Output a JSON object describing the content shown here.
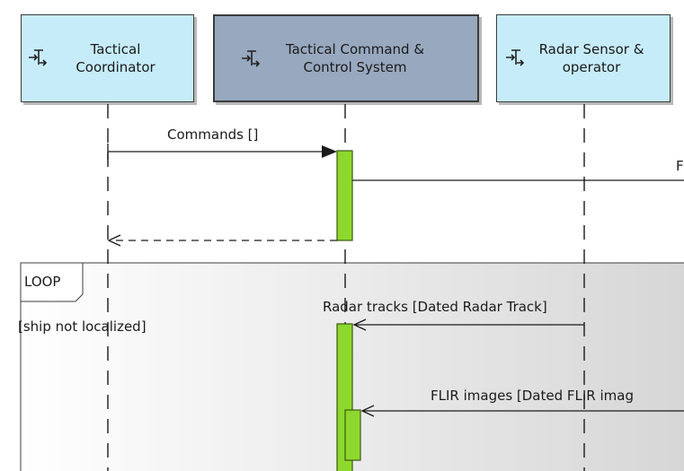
{
  "colors": {
    "head_default": "#c6ecfa",
    "head_selected": "#98a8bf",
    "activation": "#8ed82d",
    "line": "#1a1a1a"
  },
  "lifelines": [
    {
      "lines": [
        "Tactical",
        "Coordinator"
      ],
      "selected": false,
      "icon": "part-icon"
    },
    {
      "lines": [
        "Tactical Command &",
        "Control System"
      ],
      "selected": true,
      "icon": "part-icon"
    },
    {
      "lines": [
        "Radar Sensor &",
        "operator"
      ],
      "selected": false,
      "icon": "part-icon"
    }
  ],
  "messages": {
    "commands": "Commands []",
    "radar_tracks": "Radar tracks [Dated Radar Track]",
    "flir_images": "FLIR images [Dated FLIR imag",
    "outgoing_partial": "F"
  },
  "fragment": {
    "operator": "LOOP",
    "guard": "[ship not localized]"
  }
}
